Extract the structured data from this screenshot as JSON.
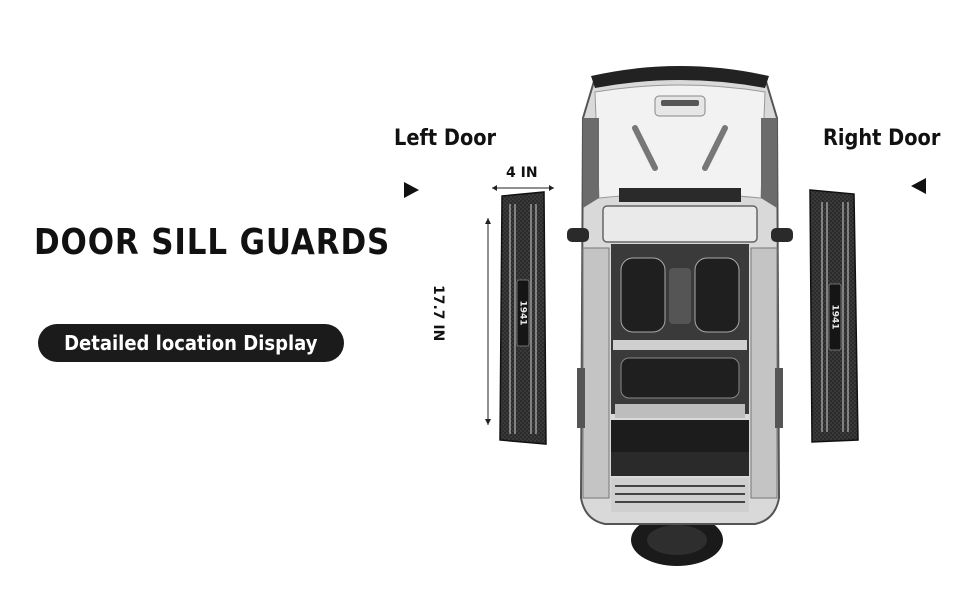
{
  "header": {
    "title": "DOOR SILL GUARDS",
    "button_label": "Detailed location Display"
  },
  "doors": {
    "left_label": "Left Door",
    "right_label": "Right Door"
  },
  "dimensions": {
    "width_label": "4 IN",
    "length_label": "17.7 IN"
  },
  "product": {
    "logo_text": "1941"
  },
  "icons": {
    "left_arrow": "triangle-right-icon",
    "right_arrow": "triangle-left-icon",
    "vehicle": "suv-top-view-icon"
  },
  "colors": {
    "text": "#111111",
    "pill_bg": "#1b1b1b",
    "guard": "#2a2a2a"
  }
}
